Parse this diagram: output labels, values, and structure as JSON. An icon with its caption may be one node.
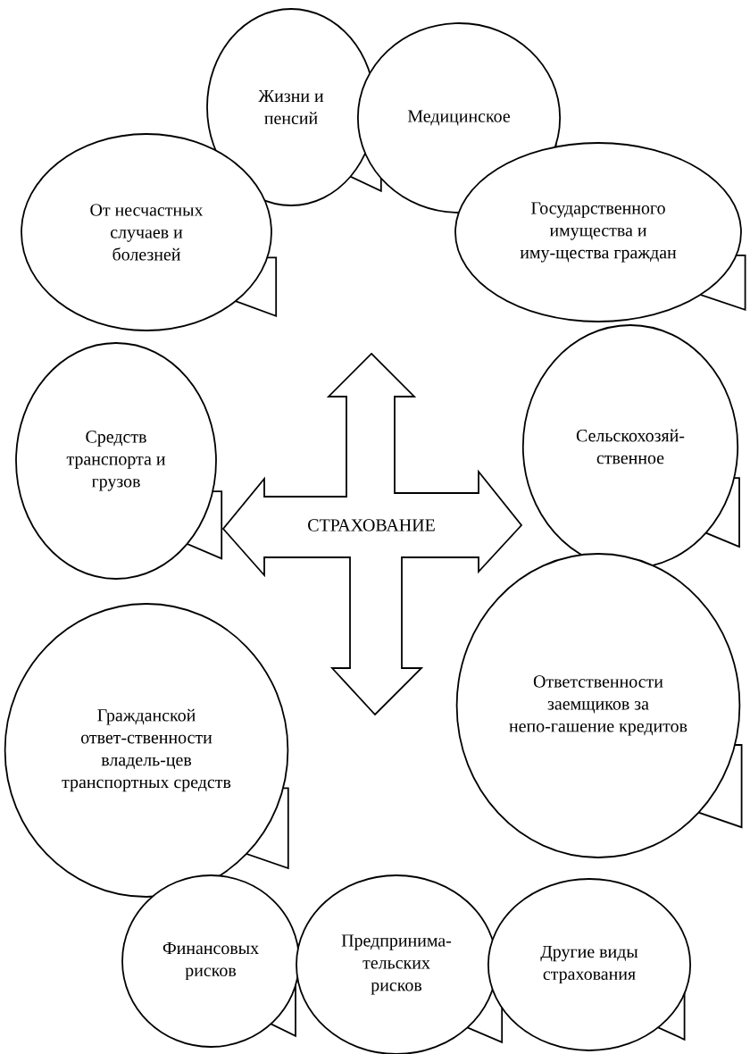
{
  "diagram": {
    "nodes": [
      {
        "text": [
          "Жизни и пенсий"
        ]
      },
      {
        "text": [
          "Медицинское"
        ]
      },
      {
        "text": [
          "От несчастных случаев и болезней"
        ]
      },
      {
        "text": [
          "Государственного имущества и иму-щества граждан"
        ]
      },
      {
        "text": [
          "Сельскохозяй-ственное"
        ]
      },
      {
        "text": [
          "Средств транспорта и грузов"
        ]
      },
      {
        "text": [
          "СТРАХОВАНИЕ"
        ]
      },
      {
        "text": [
          "Ответственности заемщиков за непо-гашение кредитов"
        ]
      },
      {
        "text": [
          "Гражданской ответ-ственности владель-цев транспортных средств"
        ]
      },
      {
        "text": [
          "Финансовых рисков"
        ]
      },
      {
        "text": [
          "Предпринима-тельских рисков"
        ]
      },
      {
        "text": [
          "Другие виды страхования"
        ]
      }
    ]
  }
}
